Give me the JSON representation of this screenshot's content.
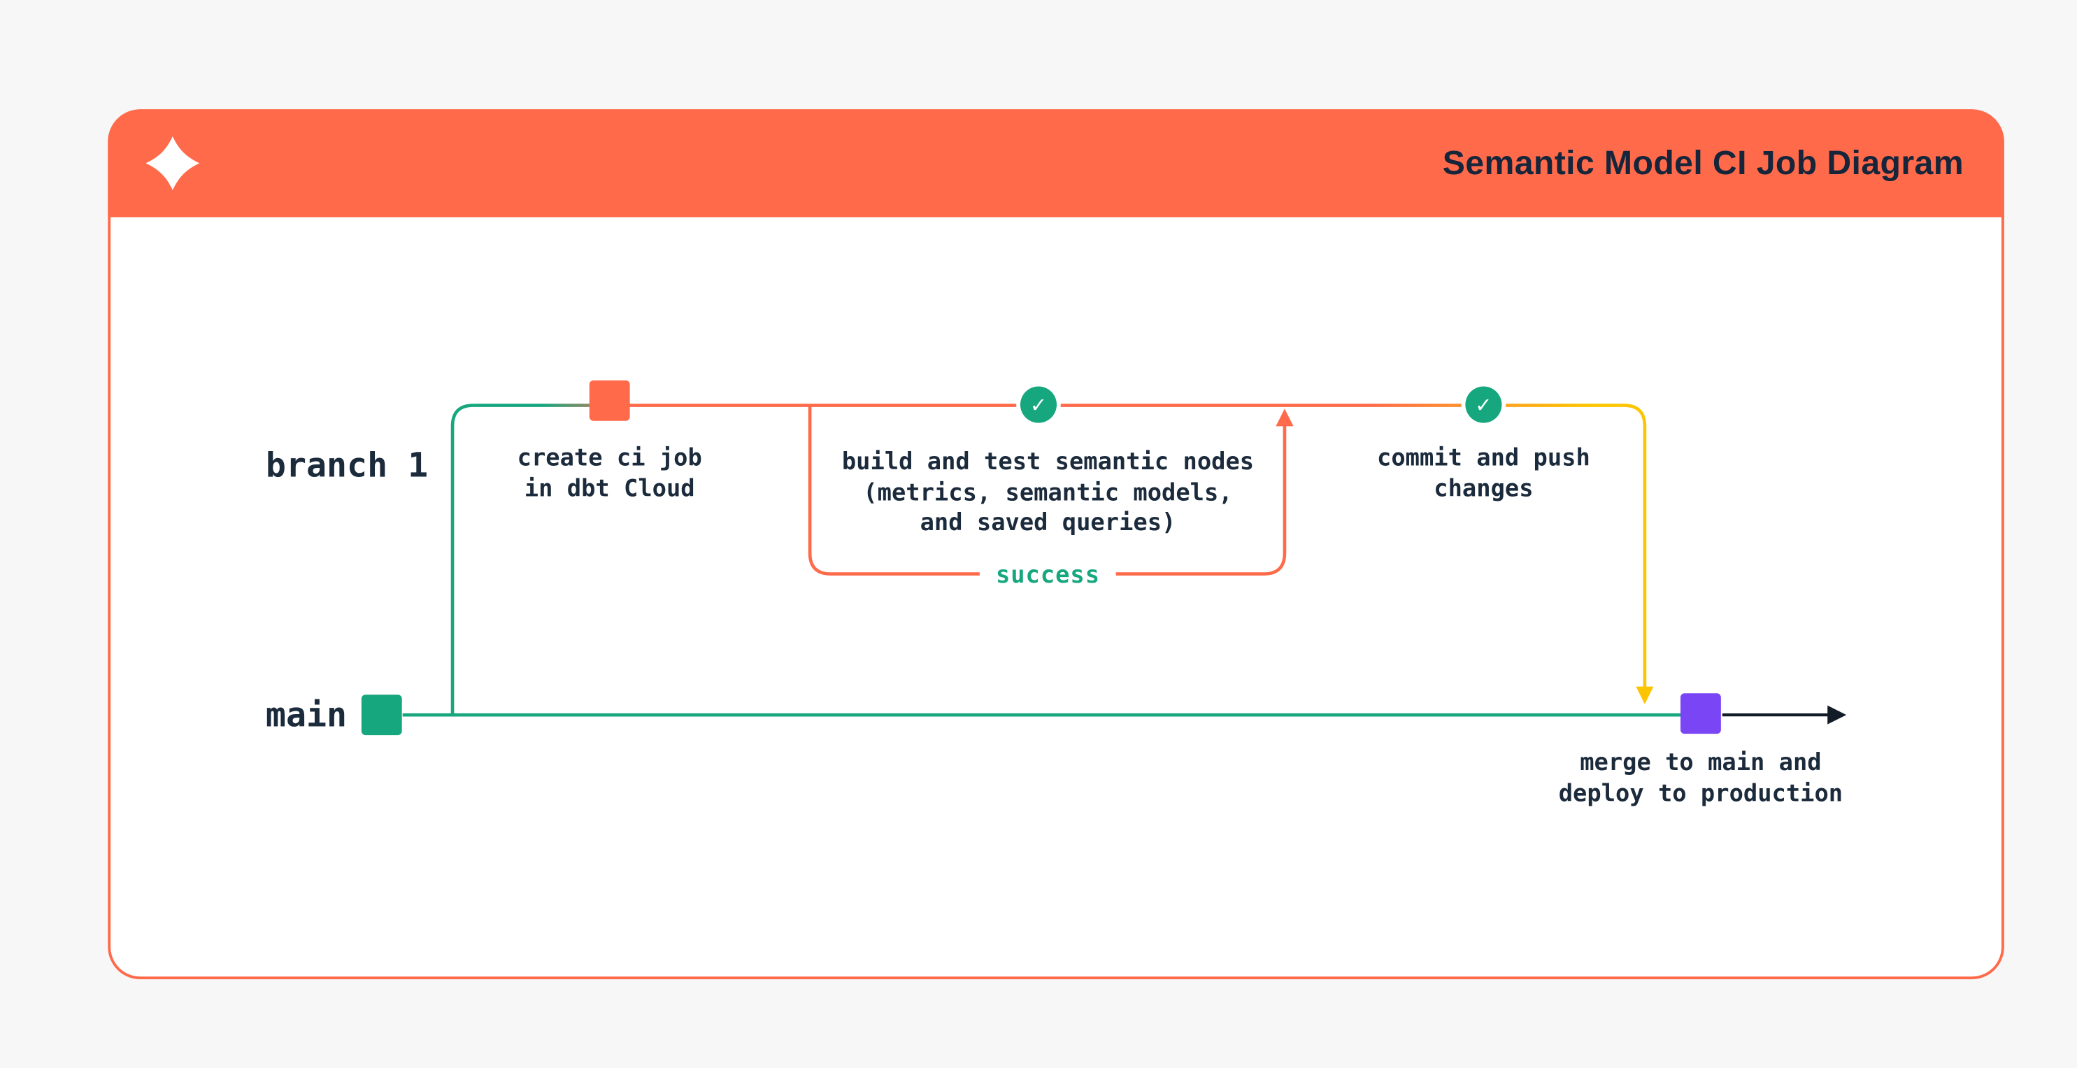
{
  "header": {
    "title": "Semantic Model CI Job Diagram",
    "logo_icon": "dbt-logo"
  },
  "colors": {
    "brand_orange": "#ff6a4a",
    "green": "#17a77e",
    "yellow": "#fdc500",
    "purple": "#7a45f5",
    "text_dark": "#1c2b3c",
    "background": "#f7f7f8"
  },
  "diagram": {
    "branch_labels": {
      "branch1": "branch 1",
      "main": "main"
    },
    "steps": {
      "create_ci_job": {
        "lines": [
          "create ci job",
          "in dbt Cloud"
        ]
      },
      "build_and_test": {
        "lines": [
          "build and test semantic nodes",
          "(metrics, semantic models,",
          "and saved queries)"
        ]
      },
      "commit_and_push": {
        "lines": [
          "commit and push",
          "changes"
        ]
      },
      "merge_to_main": {
        "lines": [
          "merge to main and",
          "deploy to production"
        ]
      }
    },
    "loop": {
      "label": "success"
    },
    "check_glyph": "✓"
  }
}
